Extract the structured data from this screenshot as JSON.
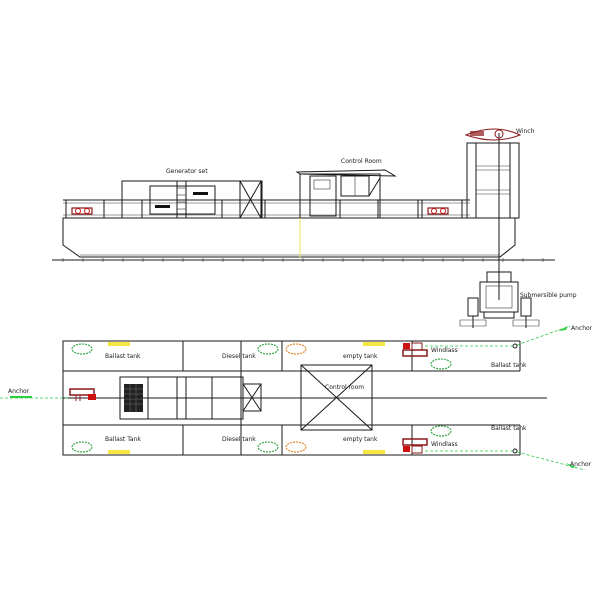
{
  "side_view": {
    "labels": {
      "generator": "Generator set",
      "control_room": "Control Room",
      "winch": "Winch",
      "submersible_pump": "Submersible pump"
    }
  },
  "plan_view": {
    "labels": {
      "ballast_tank_top_left": "Ballast tank",
      "diesel_tank_top": "Diesel tank",
      "empty_tank_top": "empty tank",
      "ballast_tank_top_right": "Ballast tank",
      "ballast_tank_bottom_left": "Ballast Tank",
      "diesel_tank_bottom": "Diesel tank",
      "empty_tank_bottom": "empty tank",
      "ballast_tank_bottom_right": "Ballast tank",
      "control_room": "Control room",
      "windlass_top": "Windlass",
      "windlass_bottom": "Windlass",
      "anchor_left": "Anchor",
      "anchor_top_right": "Anchor",
      "anchor_bottom_right": "Anchor"
    }
  },
  "colors": {
    "line": "#1a1a1a",
    "equipment_red": "#cc1111",
    "equipment_dark_red": "#8b1a1a",
    "hatch_yellow": "#f5e642",
    "anchor_green": "#2ecc40",
    "manhole_green": "#3aa84a",
    "manhole_orange": "#e08a2a",
    "centerline_yellow": "#f2e35a"
  }
}
